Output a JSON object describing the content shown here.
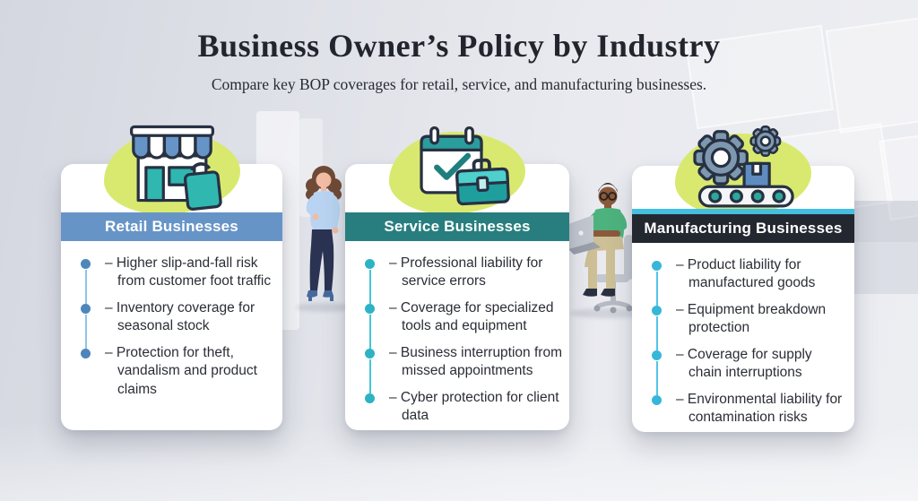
{
  "title": "Business Owner’s Policy by Industry",
  "subtitle": "Compare key BOP coverages for retail, service, and manufacturing businesses.",
  "cards": [
    {
      "id": "retail",
      "header": "Retail Businesses",
      "header_bg": "#6794c7",
      "accent_dot": "#4d86bb",
      "accent_line": "#8cc5e9",
      "icon": "storefront-icon",
      "bullets": [
        "– Higher slip-and-fall risk from customer foot traffic",
        "– Inventory coverage for seasonal stock",
        "– Protection for theft, vandalism and product claims"
      ]
    },
    {
      "id": "service",
      "header": "Service Businesses",
      "header_bg": "#287e7e",
      "accent_dot": "#2cb3c4",
      "accent_line": "#46c5d8",
      "icon": "calendar-briefcase-icon",
      "bullets": [
        "– Professional liability for service errors",
        "– Coverage for specialized tools and equipment",
        "– Business interruption from missed appointments",
        "– Cyber protection for client data"
      ]
    },
    {
      "id": "manufacturing",
      "header": "Manufacturing Businesses",
      "header_bg": "#232830",
      "header_top_strip": "#44bfdf",
      "accent_dot": "#36b7d8",
      "accent_line": "#52c5e6",
      "icon": "gears-conveyor-icon",
      "bullets": [
        "– Product liability for manufactured goods",
        "– Equipment breakdown protection",
        "– Coverage for supply chain interruptions",
        "– Environmental liability for contamination risks"
      ]
    }
  ],
  "illustrations": [
    {
      "name": "standing-woman-illustration"
    },
    {
      "name": "seated-man-with-laptop-illustration"
    }
  ],
  "colors": {
    "background_left": "#d4d7e0",
    "background_right": "#edeef2",
    "card_bg": "#ffffff",
    "title_text": "#22252d",
    "bullet_text": "#2b2e36",
    "blob_green": "#d9e96f",
    "icon_teal": "#2fb7b0",
    "icon_blue": "#6794c7",
    "icon_slate": "#7e98b0",
    "icon_outline": "#273142"
  }
}
